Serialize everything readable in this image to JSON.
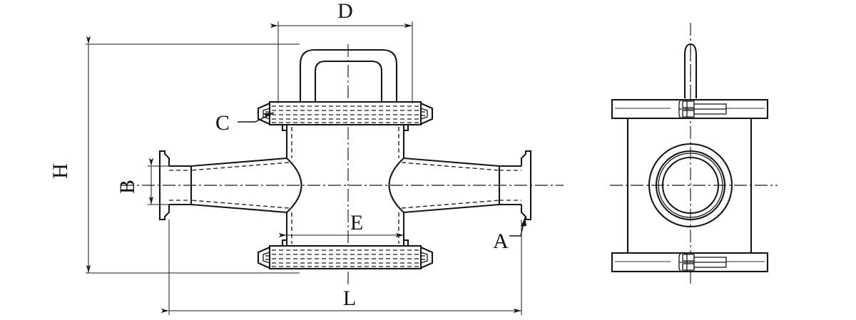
{
  "drawing": {
    "title": "Sight glass / flow indicator dimensional drawing",
    "line_color": "#151515",
    "background": "#ffffff",
    "views": [
      {
        "name": "front-section-view",
        "label": ""
      },
      {
        "name": "side-view",
        "label": ""
      }
    ]
  },
  "dimensions": {
    "height_overall": {
      "id": "H",
      "label": "H",
      "orientation": "vertical",
      "view": "front"
    },
    "bore_diameter": {
      "id": "B",
      "label": "B",
      "orientation": "vertical",
      "view": "front"
    },
    "flange_width": {
      "id": "D",
      "label": "D",
      "orientation": "horizontal",
      "view": "front"
    },
    "chamber_width": {
      "id": "E",
      "label": "E",
      "orientation": "horizontal",
      "view": "front"
    },
    "length_overall": {
      "id": "L",
      "label": "L",
      "orientation": "horizontal",
      "view": "front"
    }
  },
  "callouts": {
    "flange_face": {
      "id": "A",
      "label": "A",
      "points_to": "end-flange"
    },
    "bolt_clamp": {
      "id": "C",
      "label": "C",
      "points_to": "cover-flange-bolt"
    }
  },
  "labels": {
    "H": "H",
    "B": "B",
    "D": "D",
    "E": "E",
    "L": "L",
    "A": "A",
    "C": "C"
  }
}
